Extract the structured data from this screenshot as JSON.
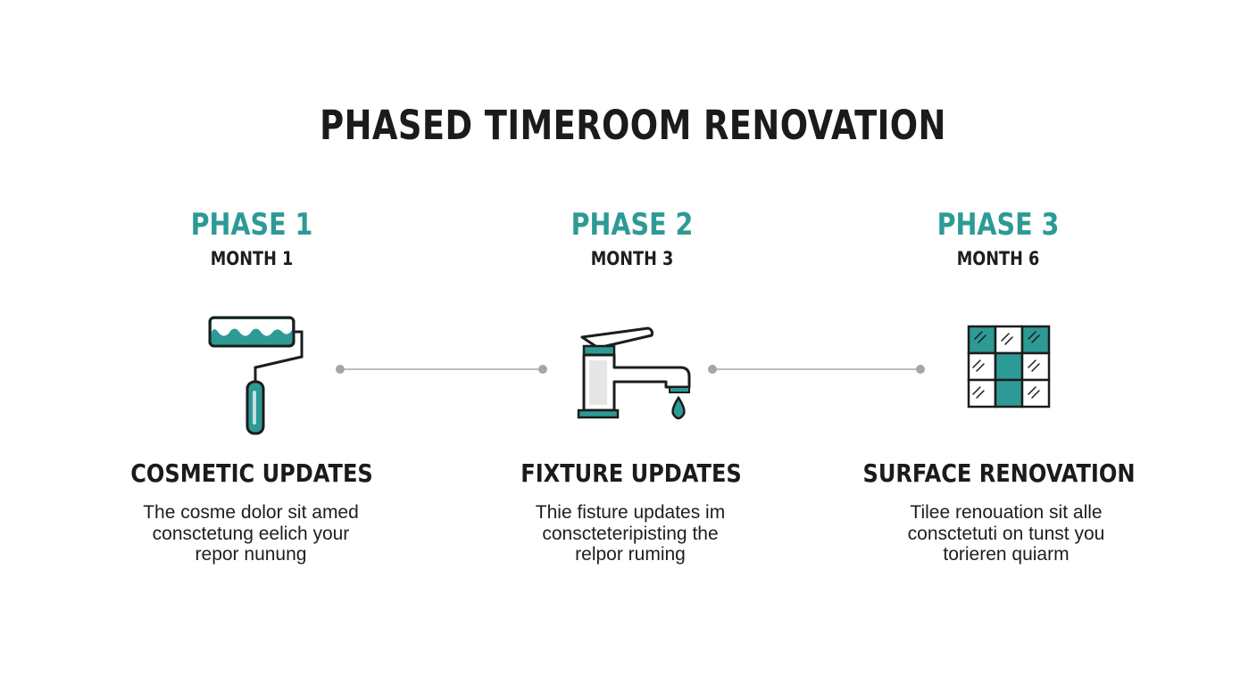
{
  "title": "PHASED TIMEROOM RENOVATION",
  "colors": {
    "accent": "#2d9a95",
    "text": "#1b1b1b",
    "connector": "#bdbdbd"
  },
  "phases": [
    {
      "label": "PHASE 1",
      "month": "MONTH 1",
      "icon": "paint-roller-icon",
      "heading": "COSMETIC UPDATES",
      "description": [
        "The cosme dolor sit amed",
        "consctetung eelich your",
        "repor nunung"
      ]
    },
    {
      "label": "PHASE 2",
      "month": "MONTH 3",
      "icon": "faucet-icon",
      "heading": "FIXTURE UPDATES",
      "description": [
        "Thie fisture updates im",
        "conscteteripisting the",
        "relpor ruming"
      ]
    },
    {
      "label": "PHASE 3",
      "month": "MONTH 6",
      "icon": "tile-grid-icon",
      "heading": "SURFACE RENOVATION",
      "description": [
        "Tilee renouation sit alle",
        "consctetuti on tunst you",
        "torieren quiarm"
      ]
    }
  ]
}
